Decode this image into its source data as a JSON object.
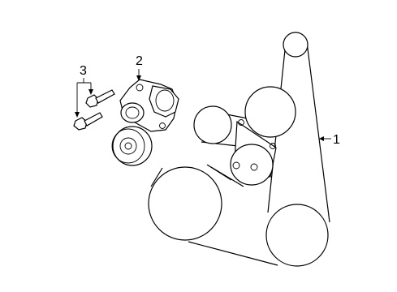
{
  "diagram": {
    "callouts": [
      {
        "id": "belt",
        "label": "1"
      },
      {
        "id": "tensioner",
        "label": "2"
      },
      {
        "id": "bolts",
        "label": "3"
      }
    ]
  }
}
